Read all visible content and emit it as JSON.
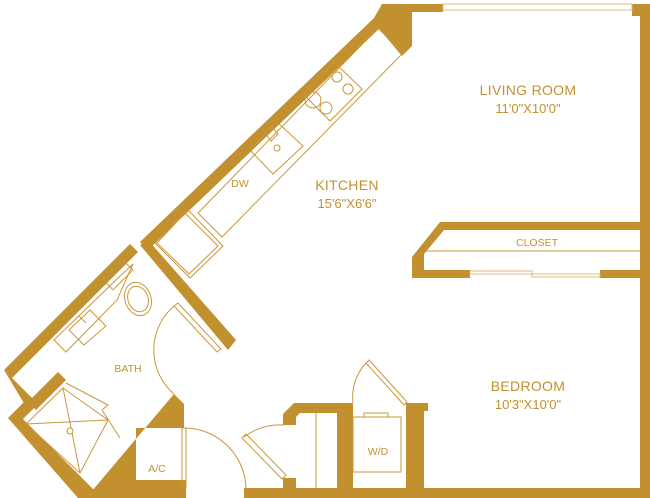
{
  "plan": {
    "accent_color": "#c39030",
    "rooms": {
      "living": {
        "name": "LIVING ROOM",
        "dims": "11'0\"X10'0\""
      },
      "kitchen": {
        "name": "KITCHEN",
        "dims": "15'6\"X6'6\""
      },
      "bedroom": {
        "name": "BEDROOM",
        "dims": "10'3\"X10'0\""
      },
      "bath": {
        "name": "BATH"
      },
      "closet": {
        "name": "CLOSET"
      }
    },
    "fixtures": {
      "dishwasher": "DW",
      "washer_dryer": "W/D",
      "air_conditioner": "A/C"
    }
  }
}
